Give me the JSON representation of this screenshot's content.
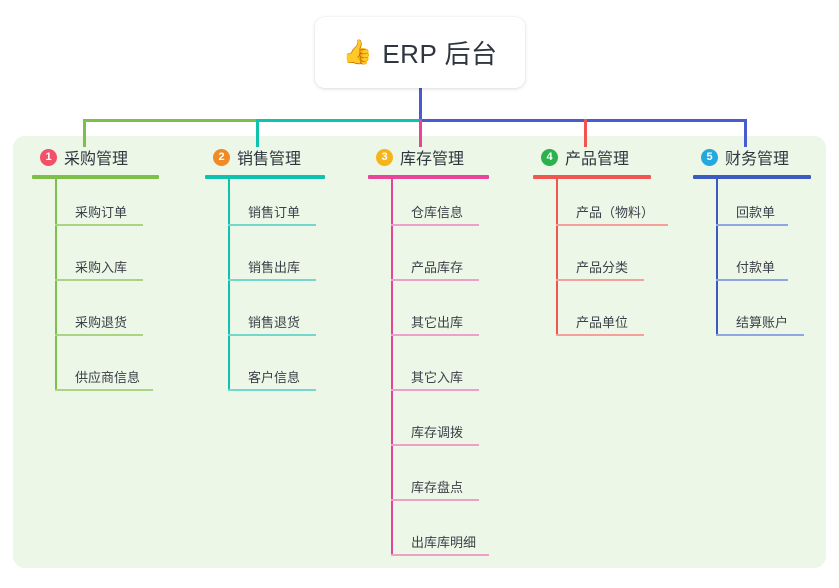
{
  "root": {
    "emoji": "👍",
    "emoji_name": "thumbs-up-icon",
    "label": "ERP 后台"
  },
  "panel": {
    "background": "#ecf7e7"
  },
  "connector": {
    "stem_color": "#4a5ad0",
    "bus_segments": [
      {
        "color": "#7cc04a"
      },
      {
        "color": "#0fc2ad"
      },
      {
        "color": "#4a5ad0"
      }
    ]
  },
  "columns": [
    {
      "index": "1",
      "title": "采购管理",
      "badge_color": "#f2516a",
      "line_color": "#7cc04a",
      "leaf_color": "#a8d483",
      "drop_color": "#7cc04a",
      "rule_width": 127,
      "items": [
        {
          "label": "采购订单",
          "rule_width": 88
        },
        {
          "label": "采购入库",
          "rule_width": 88
        },
        {
          "label": "采购退货",
          "rule_width": 88
        },
        {
          "label": "供应商信息",
          "rule_width": 98
        }
      ]
    },
    {
      "index": "2",
      "title": "销售管理",
      "badge_color": "#f08a24",
      "line_color": "#0fc2ad",
      "leaf_color": "#74d7cb",
      "drop_color": "#0fc2ad",
      "rule_width": 120,
      "items": [
        {
          "label": "销售订单",
          "rule_width": 88
        },
        {
          "label": "销售出库",
          "rule_width": 88
        },
        {
          "label": "销售退货",
          "rule_width": 88
        },
        {
          "label": "客户信息",
          "rule_width": 88
        }
      ]
    },
    {
      "index": "3",
      "title": "库存管理",
      "badge_color": "#f5b51a",
      "line_color": "#e8459a",
      "leaf_color": "#efa0c8",
      "drop_color": "#e8459a",
      "rule_width": 121,
      "items": [
        {
          "label": "仓库信息",
          "rule_width": 88
        },
        {
          "label": "产品库存",
          "rule_width": 88
        },
        {
          "label": "其它出库",
          "rule_width": 88
        },
        {
          "label": "其它入库",
          "rule_width": 88
        },
        {
          "label": "库存调拨",
          "rule_width": 88
        },
        {
          "label": "库存盘点",
          "rule_width": 88
        },
        {
          "label": "出库库明细",
          "rule_width": 98
        }
      ]
    },
    {
      "index": "4",
      "title": "产品管理",
      "badge_color": "#2bb24c",
      "line_color": "#f0564f",
      "leaf_color": "#f5a09b",
      "drop_color": "#f0564f",
      "rule_width": 118,
      "items": [
        {
          "label": "产品（物料）",
          "rule_width": 112
        },
        {
          "label": "产品分类",
          "rule_width": 88
        },
        {
          "label": "产品单位",
          "rule_width": 88
        }
      ]
    },
    {
      "index": "5",
      "title": "财务管理",
      "badge_color": "#24a8e0",
      "line_color": "#3b5bc0",
      "leaf_color": "#8fa6e0",
      "drop_color": "#4a5ad0",
      "rule_width": 118,
      "items": [
        {
          "label": "回款单",
          "rule_width": 72
        },
        {
          "label": "付款单",
          "rule_width": 72
        },
        {
          "label": "结算账户",
          "rule_width": 88
        }
      ]
    }
  ]
}
